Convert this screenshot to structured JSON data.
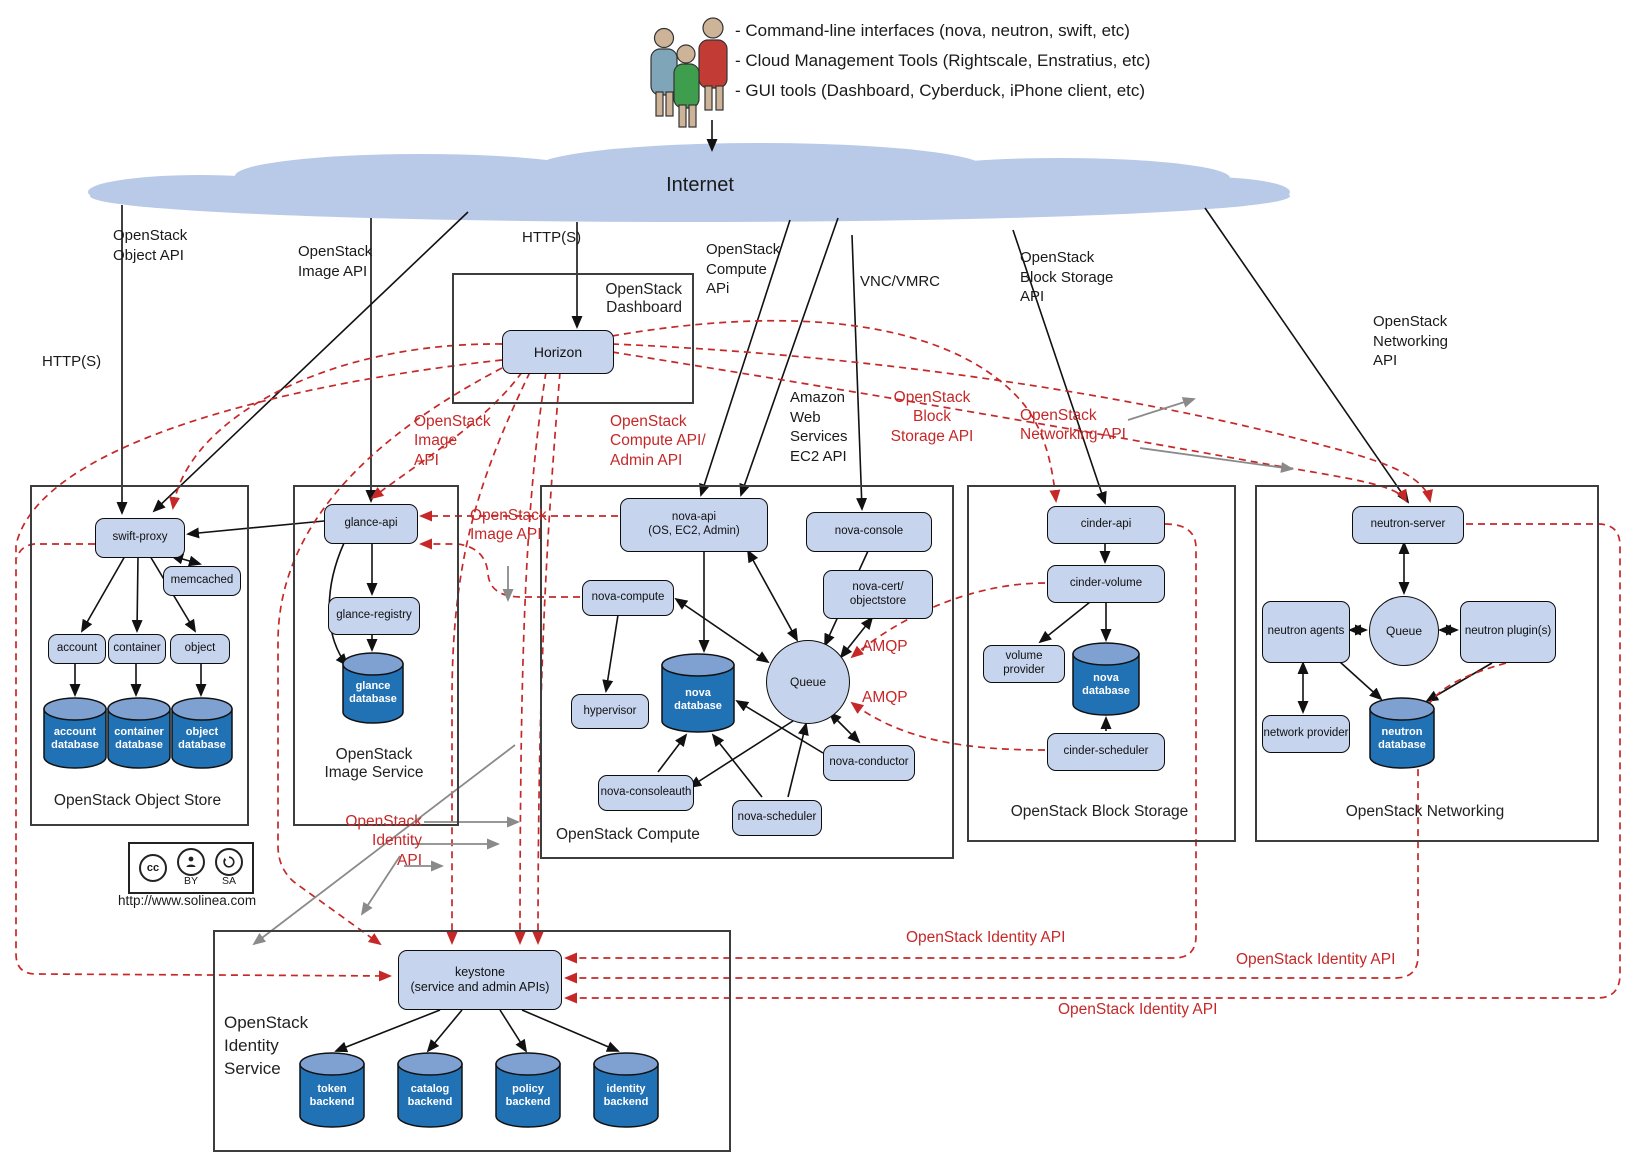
{
  "users": {
    "line1": "- Command-line interfaces (nova, neutron, swift, etc)",
    "line2": "- Cloud Management Tools (Rightscale, Enstratius, etc)",
    "line3": "- GUI tools (Dashboard, Cyberduck, iPhone client, etc)"
  },
  "internet": "Internet",
  "labels": {
    "https_left": "HTTP(S)",
    "object_api": "OpenStack\nObject API",
    "image_api": "OpenStack\nImage API",
    "https_mid": "HTTP(S)",
    "compute_api": "OpenStack\nCompute\nAPi",
    "vnc": "VNC/VMRC",
    "aws": "Amazon\nWeb\nServices\nEC2 API",
    "block_api": "OpenStack\nBlock Storage\nAPI",
    "networking_api": "OpenStack\nNetworking\nAPI"
  },
  "red_labels": {
    "image_api_tall": "OpenStack\nImage\nAPI",
    "compute_admin": "OpenStack\nCompute API/\nAdmin API",
    "image_api_side": "OpenStack\nImage API",
    "block_storage": "OpenStack Block\nStorage API",
    "networking": "OpenStack\nNetworking API",
    "amqp1": "AMQP",
    "amqp2": "AMQP",
    "identity_fan": "OpenStack\nIdentity\nAPI",
    "identity_1": "OpenStack Identity API",
    "identity_2": "OpenStack Identity API",
    "identity_3": "OpenStack Identity API"
  },
  "dashboard": {
    "title": "OpenStack\nDashboard",
    "horizon": "Horizon"
  },
  "object_store": {
    "title": "OpenStack Object Store",
    "swift_proxy": "swift-proxy",
    "memcached": "memcached",
    "account": "account",
    "container": "container",
    "object": "object",
    "account_db": "account\ndatabase",
    "container_db": "container\ndatabase",
    "object_db": "object\ndatabase"
  },
  "image_service": {
    "title": "OpenStack\nImage Service",
    "glance_api": "glance-api",
    "glance_registry": "glance-registry",
    "glance_db": "glance\ndatabase"
  },
  "compute": {
    "title": "OpenStack Compute",
    "nova_api": "nova-api\n(OS, EC2, Admin)",
    "nova_console": "nova-console",
    "nova_compute": "nova-compute",
    "nova_cert": "nova-cert/\nobjectstore",
    "hypervisor": "hypervisor",
    "nova_db": "nova\ndatabase",
    "queue": "Queue",
    "nova_conductor": "nova-conductor",
    "nova_consoleauth": "nova-consoleauth",
    "nova_scheduler": "nova-scheduler"
  },
  "block_storage": {
    "title": "OpenStack Block Storage",
    "cinder_api": "cinder-api",
    "cinder_volume": "cinder-volume",
    "volume_provider": "volume provider",
    "nova_db": "nova\ndatabase",
    "cinder_scheduler": "cinder-scheduler"
  },
  "networking": {
    "title": "OpenStack Networking",
    "neutron_server": "neutron-server",
    "neutron_agents": "neutron agents",
    "queue": "Queue",
    "neutron_plugins": "neutron plugin(s)",
    "network_provider": "network provider",
    "neutron_db": "neutron\ndatabase"
  },
  "identity": {
    "title": "OpenStack\nIdentity\nService",
    "keystone": "keystone\n(service and admin APIs)",
    "token": "token\nbackend",
    "catalog": "catalog\nbackend",
    "policy": "policy\nbackend",
    "identity_be": "identity\nbackend"
  },
  "license": {
    "cc": "cc",
    "by": "BY",
    "sa": "SA",
    "url": "http://www.solinea.com"
  },
  "colors": {
    "node_fill": "#c6d4ee",
    "node_border": "#111111",
    "cylinder_body": "#2171b5",
    "cylinder_top": "#7fa1d1",
    "cloud": "#b9c9e8",
    "red": "#c62828",
    "gray": "#8a8a8a",
    "black": "#1a1a1a"
  }
}
